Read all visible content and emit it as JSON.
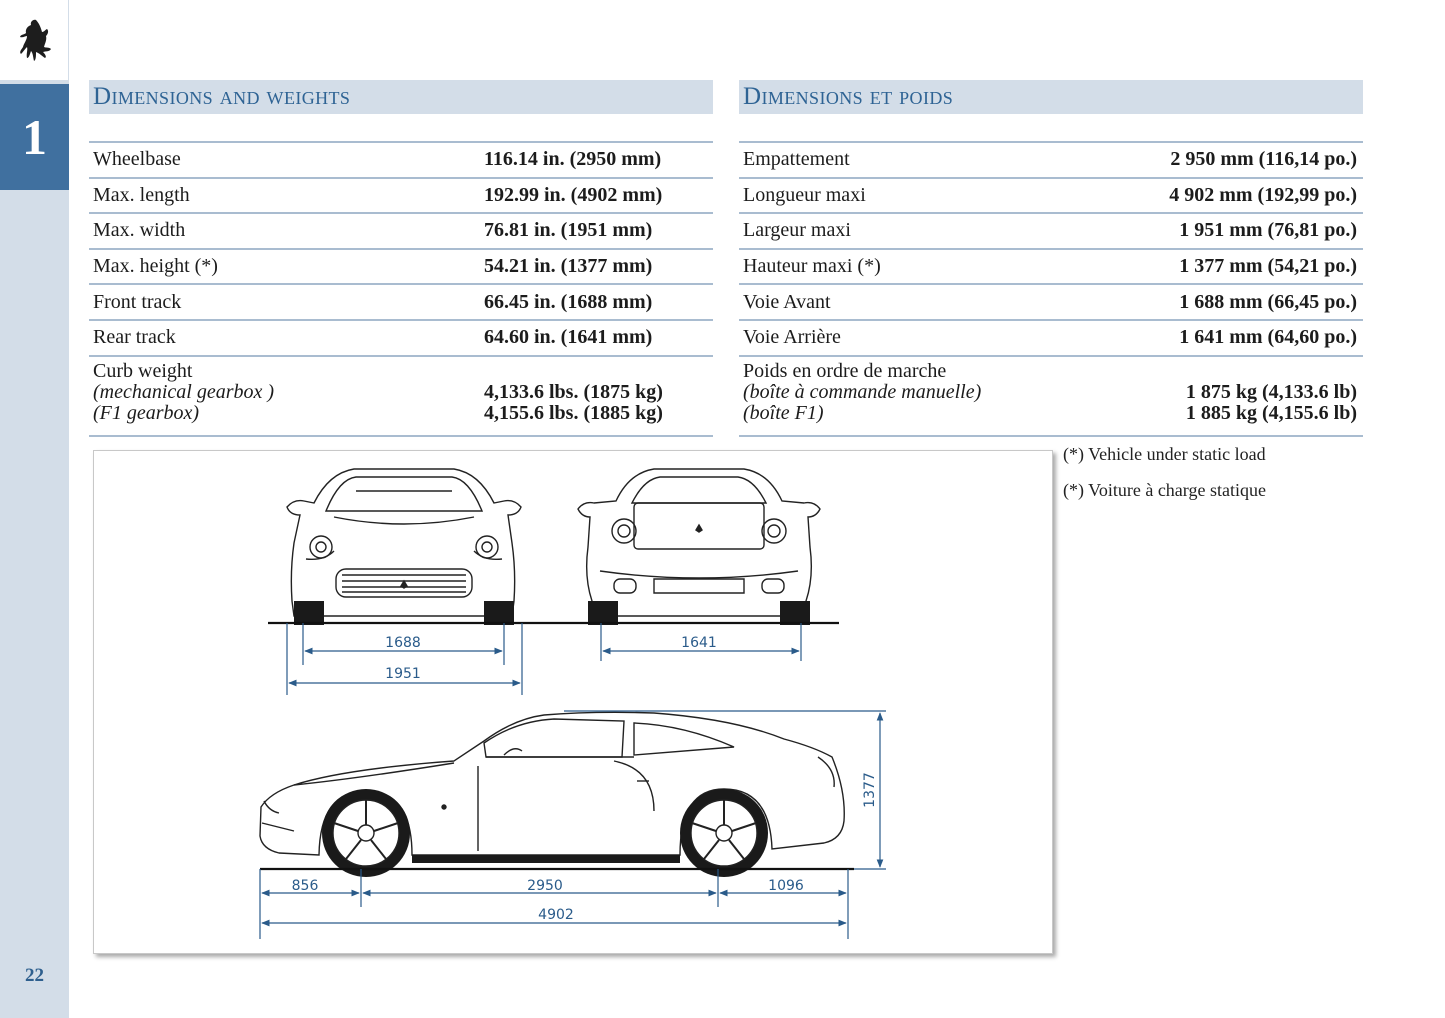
{
  "sidebar": {
    "chapter": "1",
    "page_number": "22",
    "logo_icon": "prancing-horse-icon"
  },
  "english": {
    "heading": "Dimensions and weights",
    "rows": [
      {
        "label": "Wheelbase",
        "value": "116.14 in. (2950 mm)"
      },
      {
        "label": "Max. length",
        "value": "192.99 in. (4902 mm)"
      },
      {
        "label": "Max. width",
        "value": "76.81 in. (1951 mm)"
      },
      {
        "label": "Max. height (*)",
        "value": "54.21 in. (1377 mm)"
      },
      {
        "label": "Front track",
        "value": "66.45 in. (1688 mm)"
      },
      {
        "label": "Rear track",
        "value": "64.60 in. (1641 mm)"
      }
    ],
    "weight": {
      "label": "Curb weight",
      "sub1": "(mechanical gearbox )",
      "sub2": "(F1 gearbox)",
      "value1": "4,133.6 lbs. (1875 kg)",
      "value2": "4,155.6 lbs. (1885 kg)"
    }
  },
  "french": {
    "heading": "Dimensions et poids",
    "rows": [
      {
        "label": "Empattement",
        "value": "2 950 mm (116,14 po.)"
      },
      {
        "label": "Longueur maxi",
        "value": "4 902 mm (192,99 po.)"
      },
      {
        "label": "Largeur maxi",
        "value": "1 951 mm (76,81 po.)"
      },
      {
        "label": "Hauteur maxi (*)",
        "value": "1 377 mm (54,21 po.)"
      },
      {
        "label": "Voie Avant",
        "value": "1 688 mm (66,45 po.)"
      },
      {
        "label": "Voie Arrière",
        "value": "1 641 mm (64,60 po.)"
      }
    ],
    "weight": {
      "label": "Poids en ordre de marche",
      "sub1": "(boîte à commande manuelle)",
      "sub2": "(boîte F1)",
      "value1": "1 875 kg (4,133.6 lb)",
      "value2": "1 885 kg (4,155.6 lb)"
    }
  },
  "notes": {
    "en": "(*) Vehicle under static load",
    "fr": "(*) Voiture à charge statique"
  },
  "diagram": {
    "front_track": "1688",
    "front_width": "1951",
    "rear_track": "1641",
    "height": "1377",
    "front_overhang": "856",
    "wheelbase": "2950",
    "rear_overhang": "1096",
    "length": "4902",
    "accent_color": "#2a5b8a"
  }
}
